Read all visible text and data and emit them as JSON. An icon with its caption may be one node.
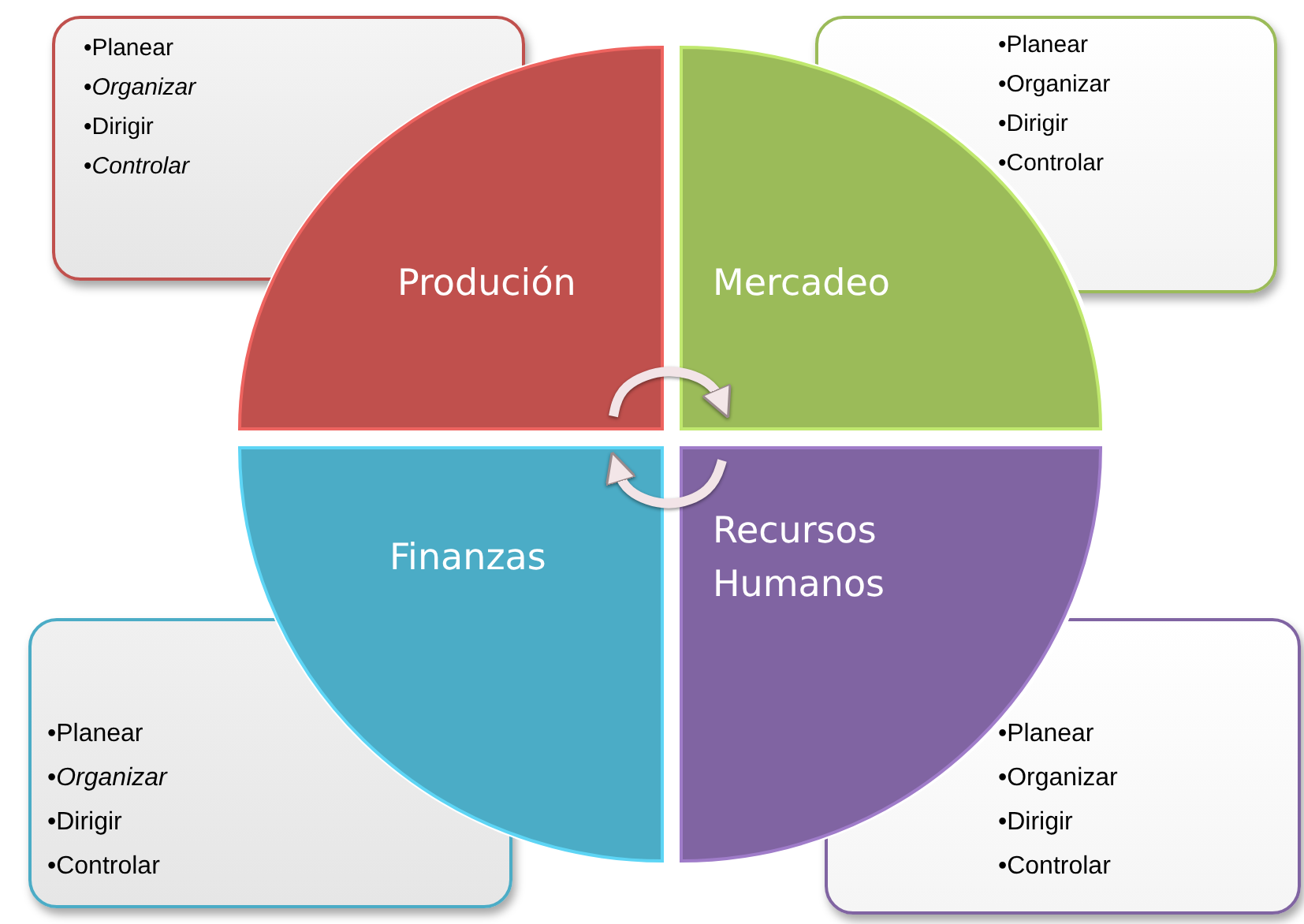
{
  "diagram": {
    "nodes": [
      {
        "text": [
          "•Planear",
          "•*Organizar*",
          "•Dirigir",
          "•*Controlar*"
        ]
      },
      {
        "text": [
          "•Planear",
          "•Organizar",
          "•Dirigir",
          "•Controlar"
        ]
      },
      {
        "text": [
          "Produción"
        ]
      },
      {
        "text": [
          "Mercadeo"
        ]
      },
      {
        "text": [
          "Finanzas"
        ]
      },
      {
        "text": [
          "Recursos Humanos"
        ]
      },
      {
        "text": [
          "•Planear",
          "•*Organizar*",
          "•Dirigir",
          "•Controlar"
        ]
      },
      {
        "text": [
          "•Planear",
          "•Organizar",
          "•Dirigir",
          "•Controlar"
        ]
      }
    ],
    "edges": [
      {
        "from": 2,
        "to": 3,
        "arrow": "to"
      },
      {
        "from": 5,
        "to": 4,
        "arrow": "to"
      }
    ]
  }
}
